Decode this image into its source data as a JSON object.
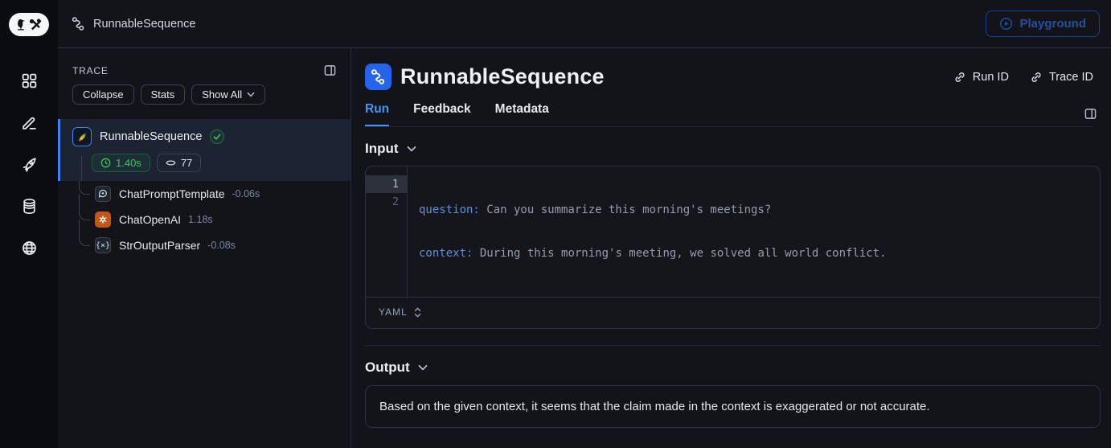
{
  "topbar": {
    "title": "RunnableSequence",
    "playground_label": "Playground"
  },
  "sidebar": {
    "logo": "langsmith-parrot-tools-logo",
    "items": [
      {
        "icon": "apps-grid-icon"
      },
      {
        "icon": "annotate-pencil-icon"
      },
      {
        "icon": "rocket-icon"
      },
      {
        "icon": "database-icon"
      },
      {
        "icon": "globe-icon"
      }
    ]
  },
  "trace_panel": {
    "title": "TRACE",
    "collapse_label": "Collapse",
    "stats_label": "Stats",
    "show_all_label": "Show All",
    "tree": {
      "root": {
        "name": "RunnableSequence",
        "status": "success",
        "duration": "1.40s",
        "tokens": "77"
      },
      "children": [
        {
          "name": "ChatPromptTemplate",
          "duration": "-0.06s",
          "icon": "message-plus-icon"
        },
        {
          "name": "ChatOpenAI",
          "duration": "1.18s",
          "icon": "openai-icon"
        },
        {
          "name": "StrOutputParser",
          "duration": "-0.08s",
          "icon": "curly-braces-x-icon",
          "glyph": "{×}"
        }
      ]
    }
  },
  "main": {
    "title": "RunnableSequence",
    "run_id_label": "Run ID",
    "trace_id_label": "Trace ID",
    "tabs": [
      {
        "label": "Run",
        "active": true
      },
      {
        "label": "Feedback",
        "active": false
      },
      {
        "label": "Metadata",
        "active": false
      }
    ],
    "input": {
      "heading": "Input",
      "format_label": "YAML",
      "code_lines": [
        {
          "num": "1",
          "key": "question:",
          "value": " Can you summarize this morning's meetings?"
        },
        {
          "num": "2",
          "key": "context:",
          "value": " During this morning's meeting, we solved all world conflict."
        }
      ]
    },
    "output": {
      "heading": "Output",
      "text": "Based on the given context, it seems that the claim made in the context is exaggerated or not accurate."
    }
  },
  "colors": {
    "accent_blue": "#3b82f6",
    "tab_active_blue": "#4693f8",
    "success_green": "#3ec35a",
    "openai_orange": "#c2571c",
    "code_key_blue": "#5e8fdb",
    "playground_dim_blue": "#264f9f",
    "background": "#131419",
    "sidebar_background": "#0b0c10",
    "selected_row_background": "#1c2433"
  }
}
